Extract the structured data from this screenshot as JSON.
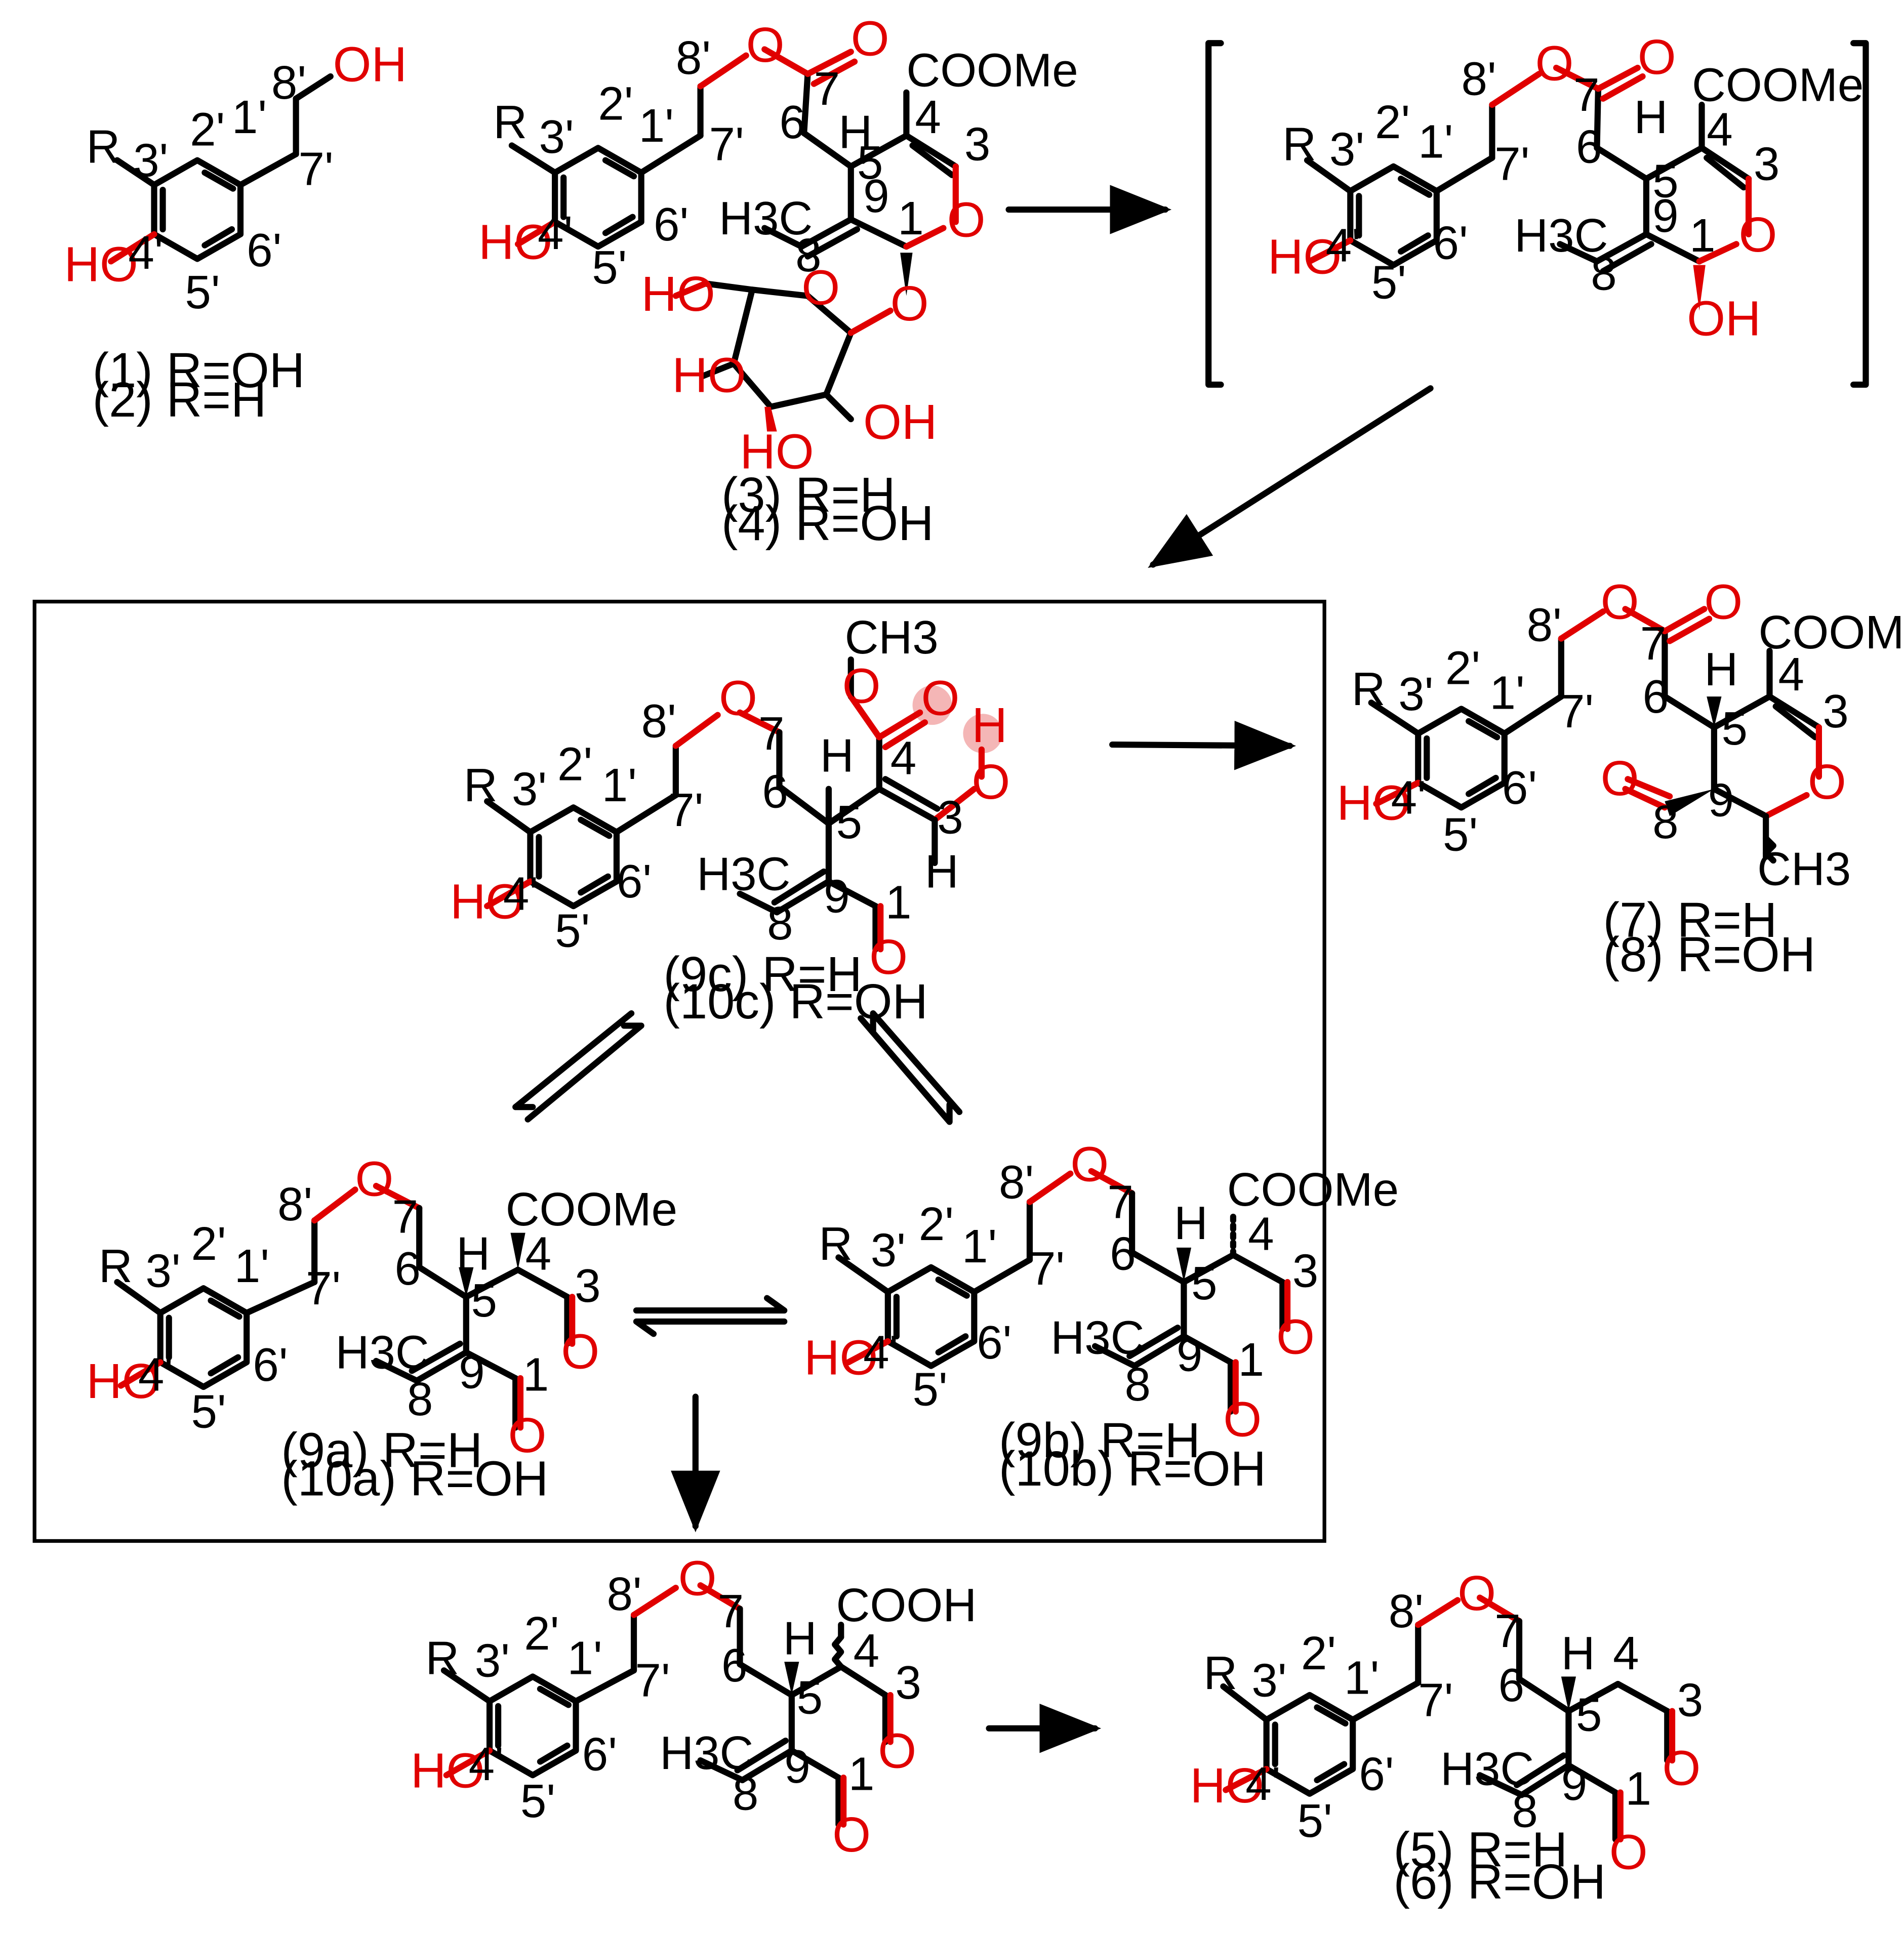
{
  "colors": {
    "heteroatom": "#e00000",
    "bond": "#000000",
    "highlight": "#f4b6b6"
  },
  "labels": {
    "R": "R",
    "OH": "OH",
    "HO": "HO",
    "O": "O",
    "H": "H",
    "H3C": "H3C",
    "CH3": "CH3",
    "COOMe": "COOMe",
    "COOH": "COOH",
    "c1p": "1'",
    "c2p": "2'",
    "c3p": "3'",
    "c4p": "4'",
    "c5p": "5'",
    "c6p": "6'",
    "c7p": "7'",
    "c8p": "8'",
    "c1": "1",
    "c3": "3",
    "c4": "4",
    "c5": "5",
    "c6": "6",
    "c7": "7",
    "c8": "8",
    "c9": "9"
  },
  "captions": {
    "c1": "(1) R=OH",
    "c2": "(2) R=H",
    "c3": "(3) R=H",
    "c4": "(4) R=OH",
    "c9c": "(9c)   R=H",
    "c10c": "(10c) R=OH",
    "c7": "(7)   R=H",
    "c8": "(8) R=OH",
    "c9a": "(9a)   R=H",
    "c10a": "(10a) R=OH",
    "c9b": "(9b)   R=H",
    "c10b": "(10b) R=OH",
    "c5": "(5)   R=H",
    "c6": "(6) R=OH"
  }
}
